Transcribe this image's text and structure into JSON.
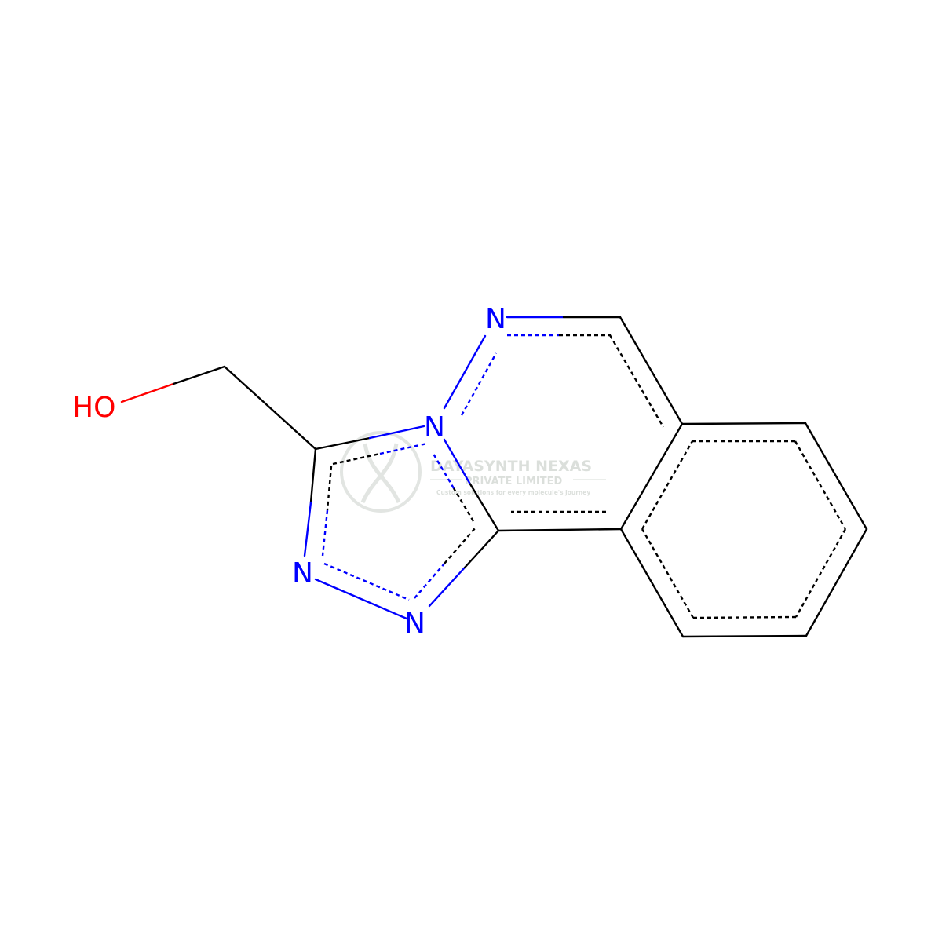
{
  "molecule": {
    "colors": {
      "carbon": "#000000",
      "nitrogen": "#0000ff",
      "oxygen": "#ff0000"
    },
    "atoms": {
      "O1": {
        "label": "HO",
        "element": "O"
      },
      "N1": {
        "label": "N",
        "element": "N"
      },
      "N2": {
        "label": "N",
        "element": "N"
      },
      "N3": {
        "label": "N",
        "element": "N"
      },
      "N4": {
        "label": "N",
        "element": "N"
      }
    }
  },
  "watermark": {
    "company": "DAYASYNTH NEXAS",
    "subtitle": "PRIVATE LIMITED",
    "tagline": "Custom solutions for every molecule's journey",
    "color": "#d8dcd8"
  }
}
